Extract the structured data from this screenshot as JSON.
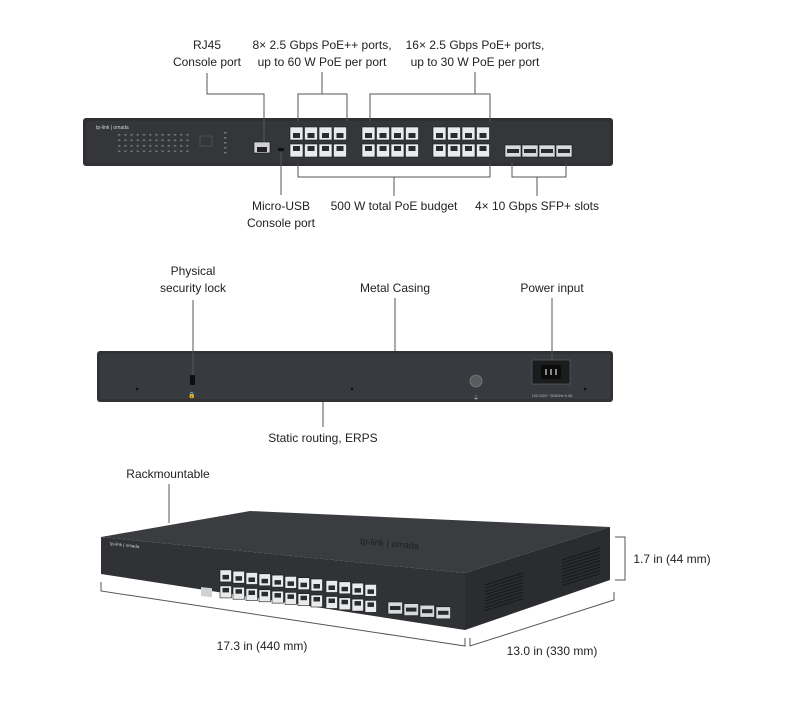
{
  "front_view": {
    "callouts": {
      "rj45_console": [
        "RJ45",
        "Console port"
      ],
      "ports_25g_poe_pp": [
        "8× 2.5 Gbps PoE++ ports,",
        "up to 60 W PoE per port"
      ],
      "ports_25g_poe_p": [
        "16× 2.5 Gbps PoE+ ports,",
        "up to 30 W PoE per port"
      ],
      "micro_usb_console": [
        "Micro-USB",
        "Console port"
      ],
      "poe_budget": "500 W total PoE budget",
      "sfp_slots": "4× 10 Gbps SFP+ slots"
    },
    "device_brand": "tp-link | omada",
    "rj45_port_count": 24,
    "sfp_slot_count": 4
  },
  "rear_view": {
    "callouts": {
      "security_lock": [
        "Physical",
        "security lock"
      ],
      "metal_casing": "Metal Casing",
      "power_input": "Power input",
      "static_routing": "Static routing, ERPS"
    },
    "power_rating": "100-240V~ 50/60Hz 6.0A"
  },
  "perspective_view": {
    "callouts": {
      "rackmountable": "Rackmountable",
      "height": "1.7 in (44 mm)",
      "width": "17.3 in (440 mm)",
      "depth": "13.0 in (330 mm)"
    },
    "top_logo": "tp-link | omada"
  },
  "colors": {
    "device_body": "#2e3033",
    "device_face": "#3a3c40",
    "port_fill": "#e9eaec",
    "leader_line": "#555555"
  }
}
